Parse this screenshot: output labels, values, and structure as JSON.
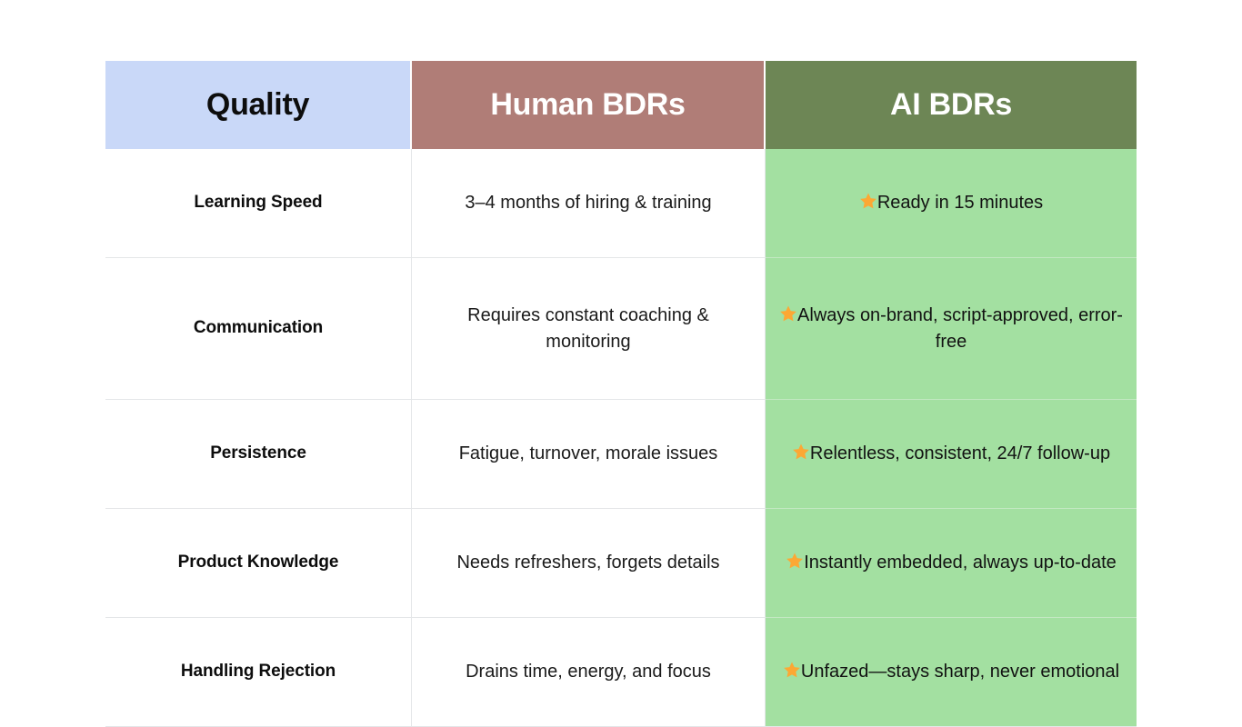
{
  "slide": {
    "background_color": "#ffffff"
  },
  "table": {
    "header": {
      "columns": [
        {
          "label": "Quality",
          "bg": "#c9d8f8",
          "color": "#0d0d0d"
        },
        {
          "label": "Human BDRs",
          "bg": "#b07d77",
          "color": "#ffffff"
        },
        {
          "label": "AI BDRs",
          "bg": "#6d8655",
          "color": "#ffffff"
        }
      ]
    },
    "accent": {
      "star_color": "#fca834",
      "ai_cell_bg": "#a3e0a1",
      "row_divider": "#e4e6e8"
    },
    "rows": [
      {
        "quality": "Learning Speed",
        "human": "3–4 months of hiring & training",
        "ai": "Ready in 15 minutes",
        "ai_icon": "star-icon"
      },
      {
        "quality": "Communication",
        "human": "Requires constant coaching & monitoring",
        "ai": "Always on-brand, script-approved, error-free",
        "ai_icon": "star-icon"
      },
      {
        "quality": "Persistence",
        "human": "Fatigue, turnover, morale issues",
        "ai": "Relentless, consistent, 24/7 follow-up",
        "ai_icon": "star-icon"
      },
      {
        "quality": "Product Knowledge",
        "human": "Needs refreshers, forgets details",
        "ai": "Instantly embedded, always up-to-date",
        "ai_icon": "star-icon"
      },
      {
        "quality": "Handling Rejection",
        "human": "Drains time, energy, and focus",
        "ai": "Unfazed—stays sharp, never emotional",
        "ai_icon": "star-icon"
      }
    ]
  }
}
